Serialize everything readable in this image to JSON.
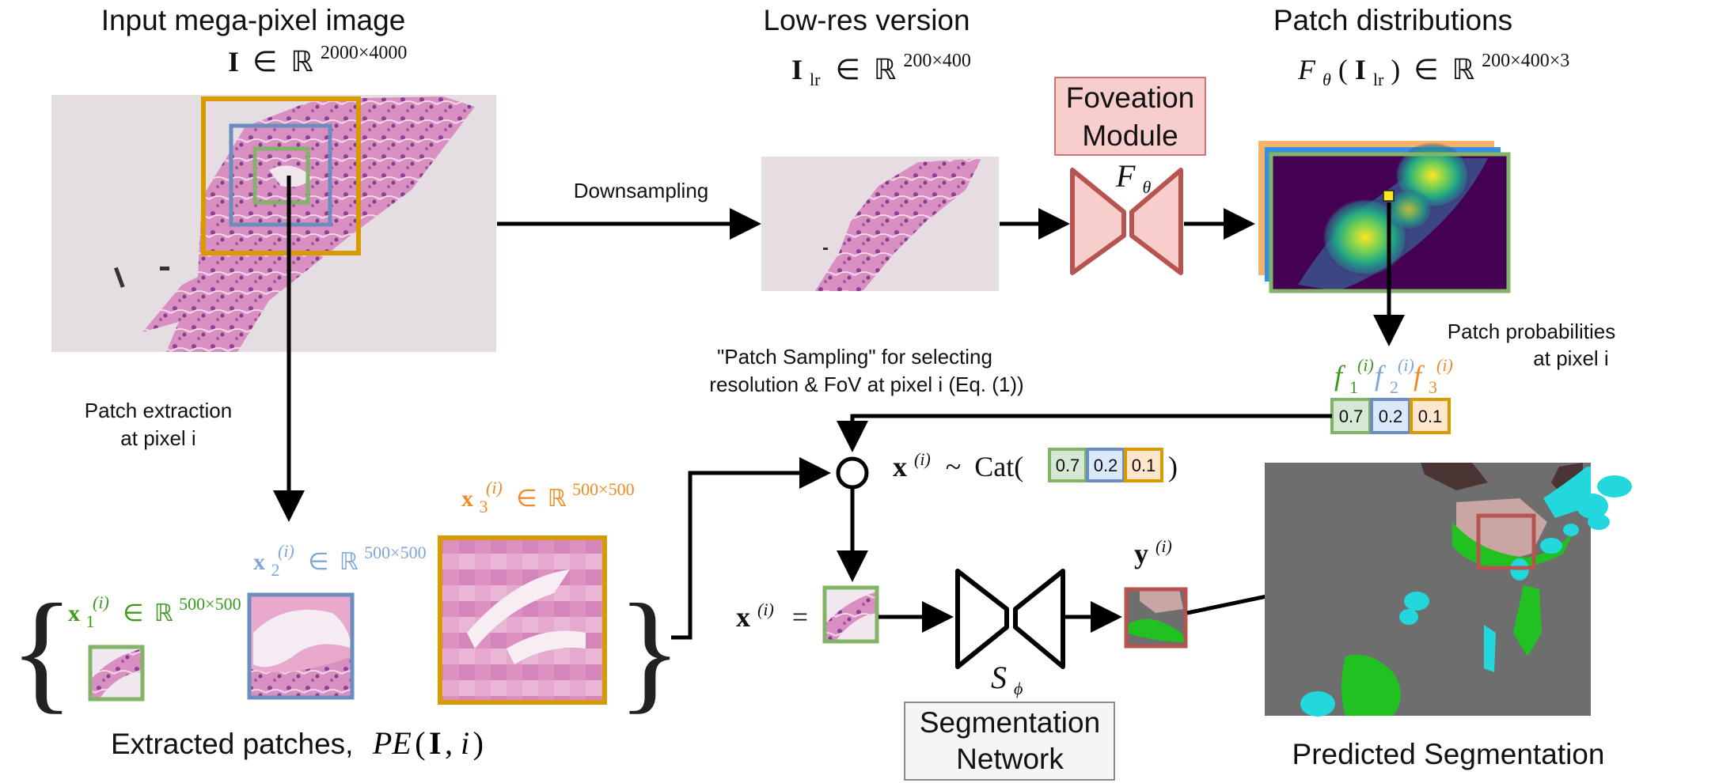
{
  "colors": {
    "green": "#82b366",
    "blue": "#6c8ebf",
    "orange": "#d79b00",
    "red": "#b85450",
    "pink": "#f8cecc",
    "gray_seg": "#6e6e6e",
    "text_green": "#3a9a1a",
    "text_blue": "#7ea6d8",
    "text_orange": "#f08a24"
  },
  "input": {
    "title": "Input mega-pixel image",
    "sym": "I",
    "in": "∈",
    "real": "ℝ",
    "dims": "2000×4000"
  },
  "lowres": {
    "title": "Low-res version",
    "sym": "I",
    "sub": "lr",
    "in": "∈",
    "real": "ℝ",
    "dims": "200×400"
  },
  "dist": {
    "title": "Patch distributions",
    "f": "F",
    "theta": "θ",
    "open": "(",
    "sym": "I",
    "sub": "lr",
    "close": ")",
    "in": "∈",
    "real": "ℝ",
    "dims": "200×400×3"
  },
  "foveation": {
    "line1": "Foveation",
    "line2": "Module",
    "f": "F",
    "theta": "θ"
  },
  "downsampling": "Downsampling",
  "patch_extraction": {
    "line1": "Patch extraction",
    "line2": "at pixel i"
  },
  "patch_sampling": {
    "line1": "\"Patch Sampling\" for selecting",
    "line2": "resolution & FoV at pixel i (Eq. (1))"
  },
  "patch_probs": {
    "line1": "Patch probabilities",
    "line2": "at pixel i",
    "f": "f",
    "sup": "(i)",
    "sub1": "1",
    "sub2": "2",
    "sub3": "3",
    "values": [
      "0.7",
      "0.2",
      "0.1"
    ]
  },
  "patches": {
    "x": "x",
    "sup": "(i)",
    "in": "∈",
    "real": "ℝ",
    "sub1": "1",
    "sub2": "2",
    "sub3": "3",
    "dims": "500×500",
    "brace_open": "{",
    "brace_close": "}"
  },
  "extracted": {
    "text": "Extracted patches,",
    "pe": "PE",
    "open": "(",
    "sym": "I",
    "comma": ", ",
    "i": "i",
    "close": ")"
  },
  "sampling_eq": {
    "x": "x",
    "sup": "(i)",
    "tilde": "~",
    "cat": "Cat(",
    "close": ")"
  },
  "x_eq": {
    "x": "x",
    "sup": "(i)",
    "eq": "="
  },
  "y_out": {
    "y": "y",
    "sup": "(i)"
  },
  "segnet": {
    "s": "S",
    "phi": "ϕ",
    "line1": "Segmentation",
    "line2": "Network"
  },
  "predicted": "Predicted Segmentation"
}
